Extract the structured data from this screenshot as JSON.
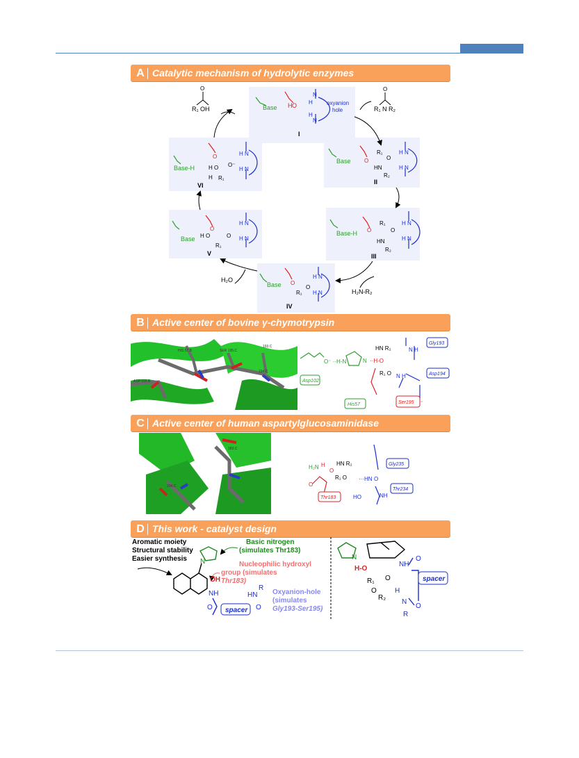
{
  "panelA": {
    "letter": "A",
    "title": "Catalytic mechanism of hydrolytic enzymes",
    "oxyanion_hole": [
      "oxyanion",
      "hole"
    ],
    "states": [
      "I",
      "II",
      "III",
      "IV",
      "V",
      "VI"
    ],
    "base": "Base",
    "base_h": "Base-H",
    "acid": "R₁  OH",
    "substrate": "R₁   N  R₂",
    "water": "H₂O",
    "amine": "H₂N-R₂"
  },
  "panelB": {
    "letter": "B",
    "title": "Active center of bovine γ-chymotrypsin",
    "residue_labels_3d": [
      "HIS 57.B",
      "SER 195.C",
      "ASP 102.B",
      "193.C",
      "194.C"
    ],
    "residues": [
      "Asp102",
      "His57",
      "Ser195",
      "Gly193",
      "Asp194"
    ]
  },
  "panelC": {
    "letter": "C",
    "title": "Active center of human aspartylglucosaminidase",
    "residue_labels_3d": [
      "183.C",
      "234.C"
    ],
    "residues": [
      "Thr183",
      "Gly235",
      "Thr234"
    ]
  },
  "panelD": {
    "letter": "D",
    "title": "This work - catalyst design",
    "features": [
      "Aromatic moiety",
      "Structural stability",
      "Easier synthesis"
    ],
    "basic_nitrogen": [
      "Basic nitrogen",
      "(simulates Thr183)"
    ],
    "nucleophilic": [
      "Nucleophilic hydroxyl",
      "group (simulates",
      "Thr183)"
    ],
    "oxyanion": [
      "Oxyanion-hole",
      "(simulates",
      "Gly193-Ser195)"
    ],
    "spacer": "spacer",
    "labels": [
      "N",
      "OH",
      "NH",
      "HN",
      "R",
      "O",
      "R₁",
      "R₂",
      "H"
    ]
  }
}
